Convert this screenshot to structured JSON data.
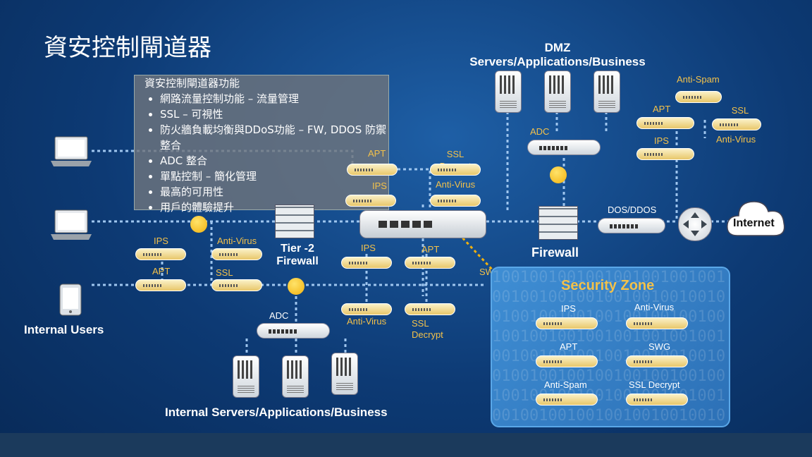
{
  "title": "資安控制閘道器",
  "dmz_label_line1": "DMZ",
  "dmz_label_line2": "Servers/Applications/Business",
  "infobox": {
    "heading": "資安控制閘道器功能",
    "items": [
      "網路流量控制功能 – 流量管理",
      "SSL – 可視性",
      "防火牆負載均衡與DDoS功能 – FW, DDOS 防禦整合",
      "ADC 整合",
      "單點控制 – 簡化管理",
      "最高的可用性",
      "用戶的體驗提升"
    ]
  },
  "labels": {
    "anti_spam_top": "Anti-Spam",
    "apt_top_right": "APT",
    "ssl_decrypt_top_right": "SSL Decrypt",
    "adc_top": "ADC",
    "ips_top_right": "IPS",
    "anti_virus_top_right": "Anti-Virus",
    "apt_mid": "APT",
    "ssl_decrypt_mid": "SSL Decrypt",
    "ips_mid": "IPS",
    "anti_virus_mid": "Anti-Virus",
    "dos_ddos": "DOS/DDOS",
    "internet": "Internet",
    "ips_left": "IPS",
    "anti_virus_left": "Anti-Virus",
    "apt_left": "APT",
    "ssl_decrypt_left": "SSL Decrypt",
    "tier2_firewall": "Tier -2 Firewall",
    "ips_center": "IPS",
    "apt_center": "APT",
    "firewall": "Firewall",
    "swg": "SW",
    "security_zone": "Security Zone",
    "adc_bottom": "ADC",
    "anti_virus_center_bottom": "Anti-Virus",
    "ssl_decrypt_center_bottom": "SSL Decrypt",
    "internal_users": "Internal Users",
    "zone_ips": "IPS",
    "zone_anti_virus": "Anti-Virus",
    "zone_apt": "APT",
    "zone_swg": "SWG",
    "zone_anti_spam": "Anti-Spam",
    "zone_ssl_decrypt": "SSL Decrypt",
    "internal_servers": "Internal Servers/Applications/Business"
  },
  "colors": {
    "accent_label": "#f3c14a",
    "link_line": "#9fc6ef",
    "appliance_yellow": "#e8c76a",
    "zone_blue": "#2c70b6"
  }
}
